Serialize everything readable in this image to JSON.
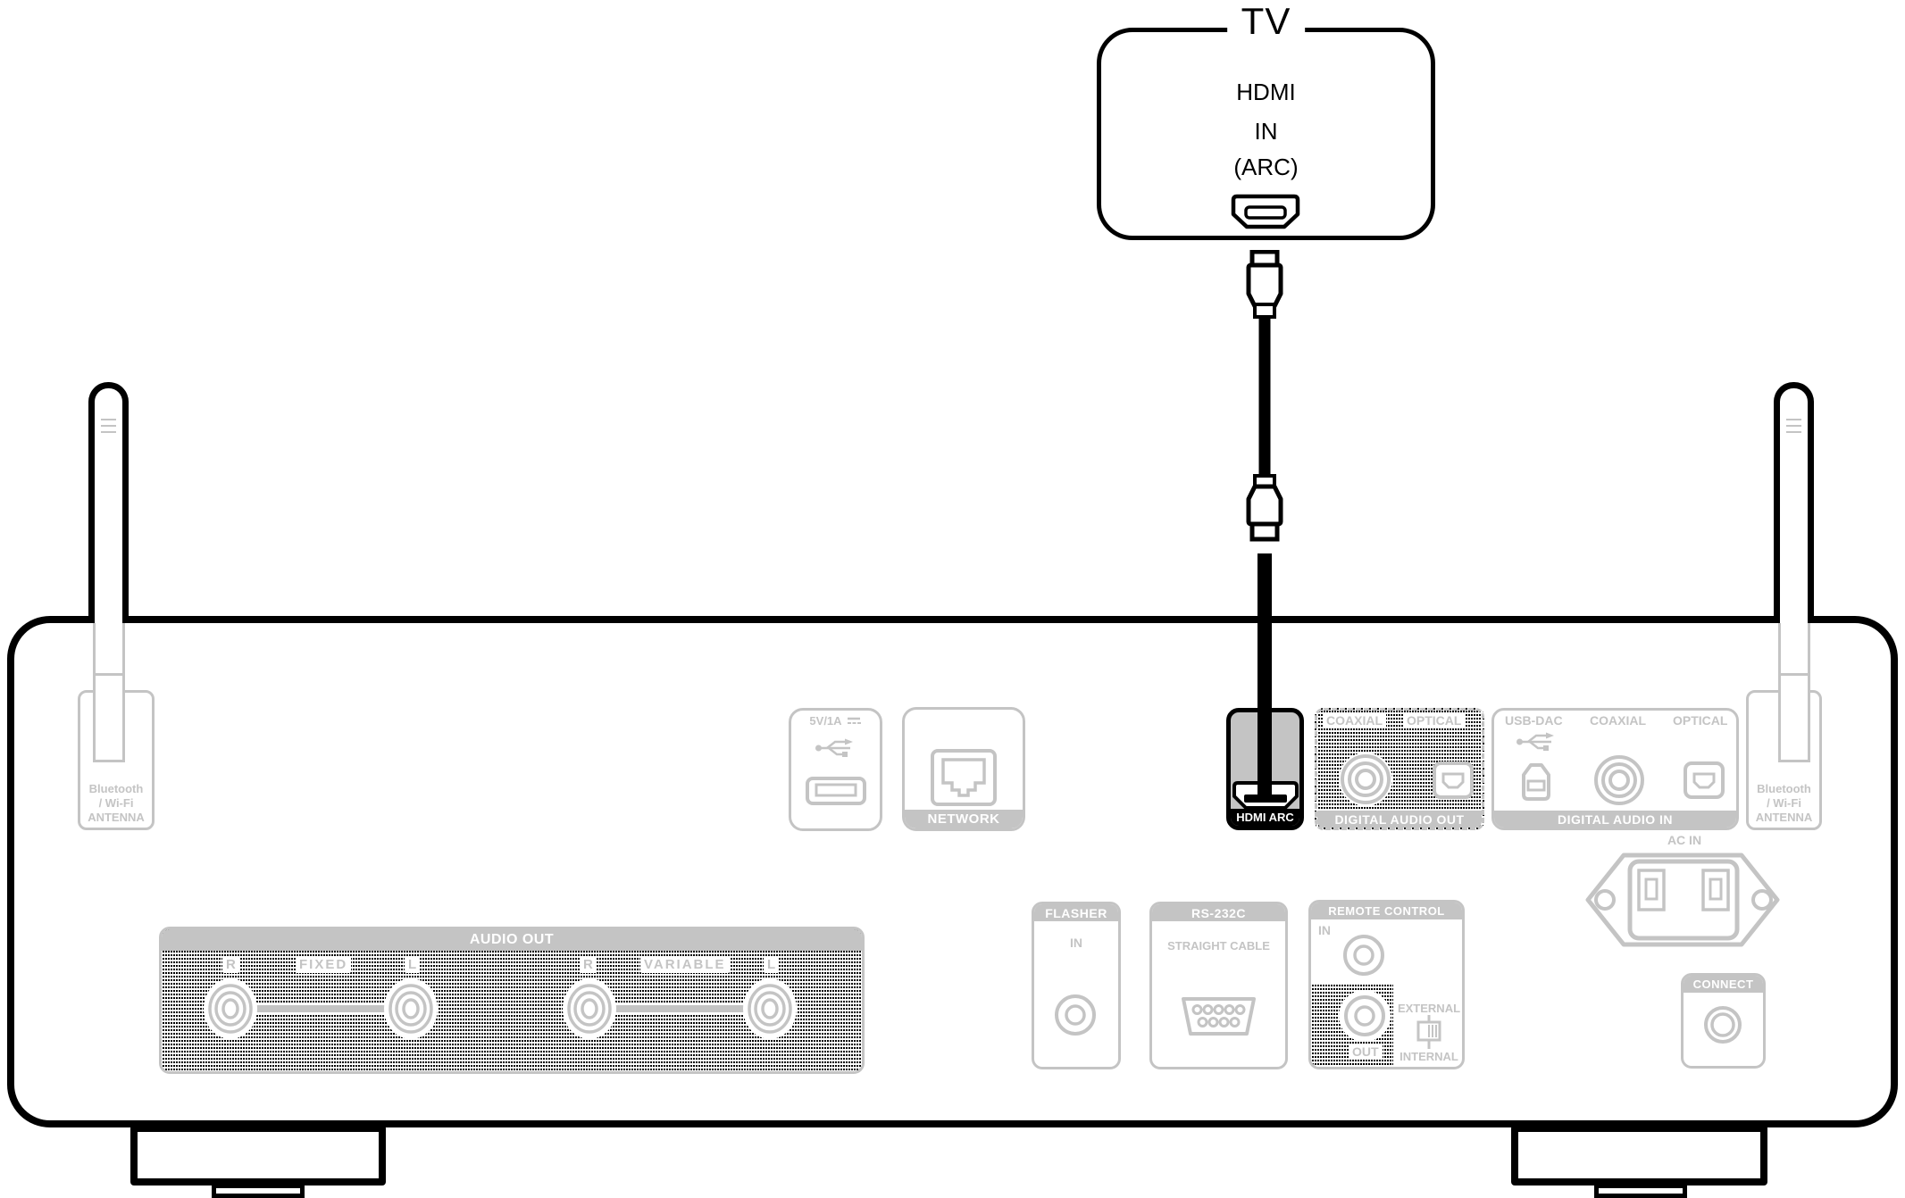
{
  "colors": {
    "accent_gray": "#c4c4c4",
    "line_black": "#000000",
    "band_text": "#ffffff"
  },
  "tv": {
    "title": "TV",
    "port_label_lines": [
      "HDMI",
      "IN",
      "(ARC)"
    ]
  },
  "device": {
    "antenna_left_label_lines": [
      "Bluetooth",
      "/ Wi-Fi",
      "ANTENNA"
    ],
    "antenna_right_label_lines": [
      "Bluetooth",
      "/ Wi-Fi",
      "ANTENNA"
    ],
    "usb_power": "5V/1A",
    "network_label": "NETWORK",
    "hdmi_arc_label": "HDMI ARC",
    "digital_audio_out": {
      "coaxial": "COAXIAL",
      "optical": "OPTICAL",
      "band": "DIGITAL AUDIO OUT"
    },
    "digital_audio_in": {
      "usb_dac": "USB-DAC",
      "coaxial": "COAXIAL",
      "optical": "OPTICAL",
      "band": "DIGITAL AUDIO IN"
    },
    "ac_in_label": "AC IN",
    "connect_label": "CONNECT",
    "audio_out": {
      "band": "AUDIO OUT",
      "r1": "R",
      "fixed": "FIXED",
      "l1": "L",
      "r2": "R",
      "variable": "VARIABLE",
      "l2": "L"
    },
    "flasher": {
      "band": "FLASHER",
      "in": "IN"
    },
    "rs232c": {
      "band": "RS-232C",
      "sub": "STRAIGHT CABLE"
    },
    "remote": {
      "band": "REMOTE CONTROL",
      "in": "IN",
      "out": "OUT",
      "external": "EXTERNAL",
      "internal": "INTERNAL"
    }
  }
}
